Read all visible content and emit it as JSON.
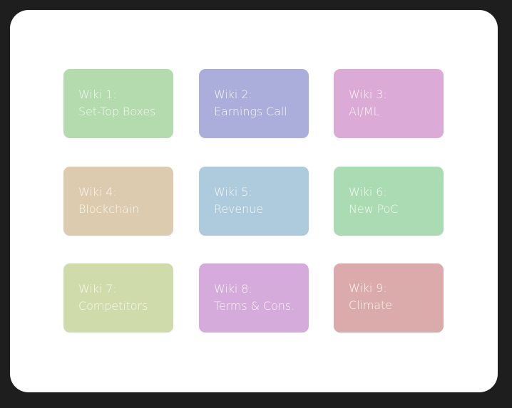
{
  "wikis": [
    {
      "title": "Wiki 1:",
      "subtitle": "Set-Top Boxes",
      "color": "#b3dbae"
    },
    {
      "title": "Wiki 2:",
      "subtitle": "Earnings Call",
      "color": "#abaedb"
    },
    {
      "title": "Wiki 3:",
      "subtitle": "AI/ML",
      "color": "#dbaad7"
    },
    {
      "title": "Wiki 4:",
      "subtitle": "Blockchain",
      "color": "#dccbae"
    },
    {
      "title": "Wiki 5:",
      "subtitle": "Revenue",
      "color": "#adcbdc"
    },
    {
      "title": "Wiki 6:",
      "subtitle": "New PoC",
      "color": "#abdbb2"
    },
    {
      "title": "Wiki 7:",
      "subtitle": "Competitors",
      "color": "#d0dbab"
    },
    {
      "title": "Wiki 8:",
      "subtitle": "Terms & Cons.",
      "color": "#d4abdb"
    },
    {
      "title": "Wiki 9:",
      "subtitle": "Climate",
      "color": "#dbabab"
    }
  ],
  "colors": {
    "background": "#1e1e1e",
    "panel": "#ffffff",
    "card_text": "#f6f8f2"
  }
}
